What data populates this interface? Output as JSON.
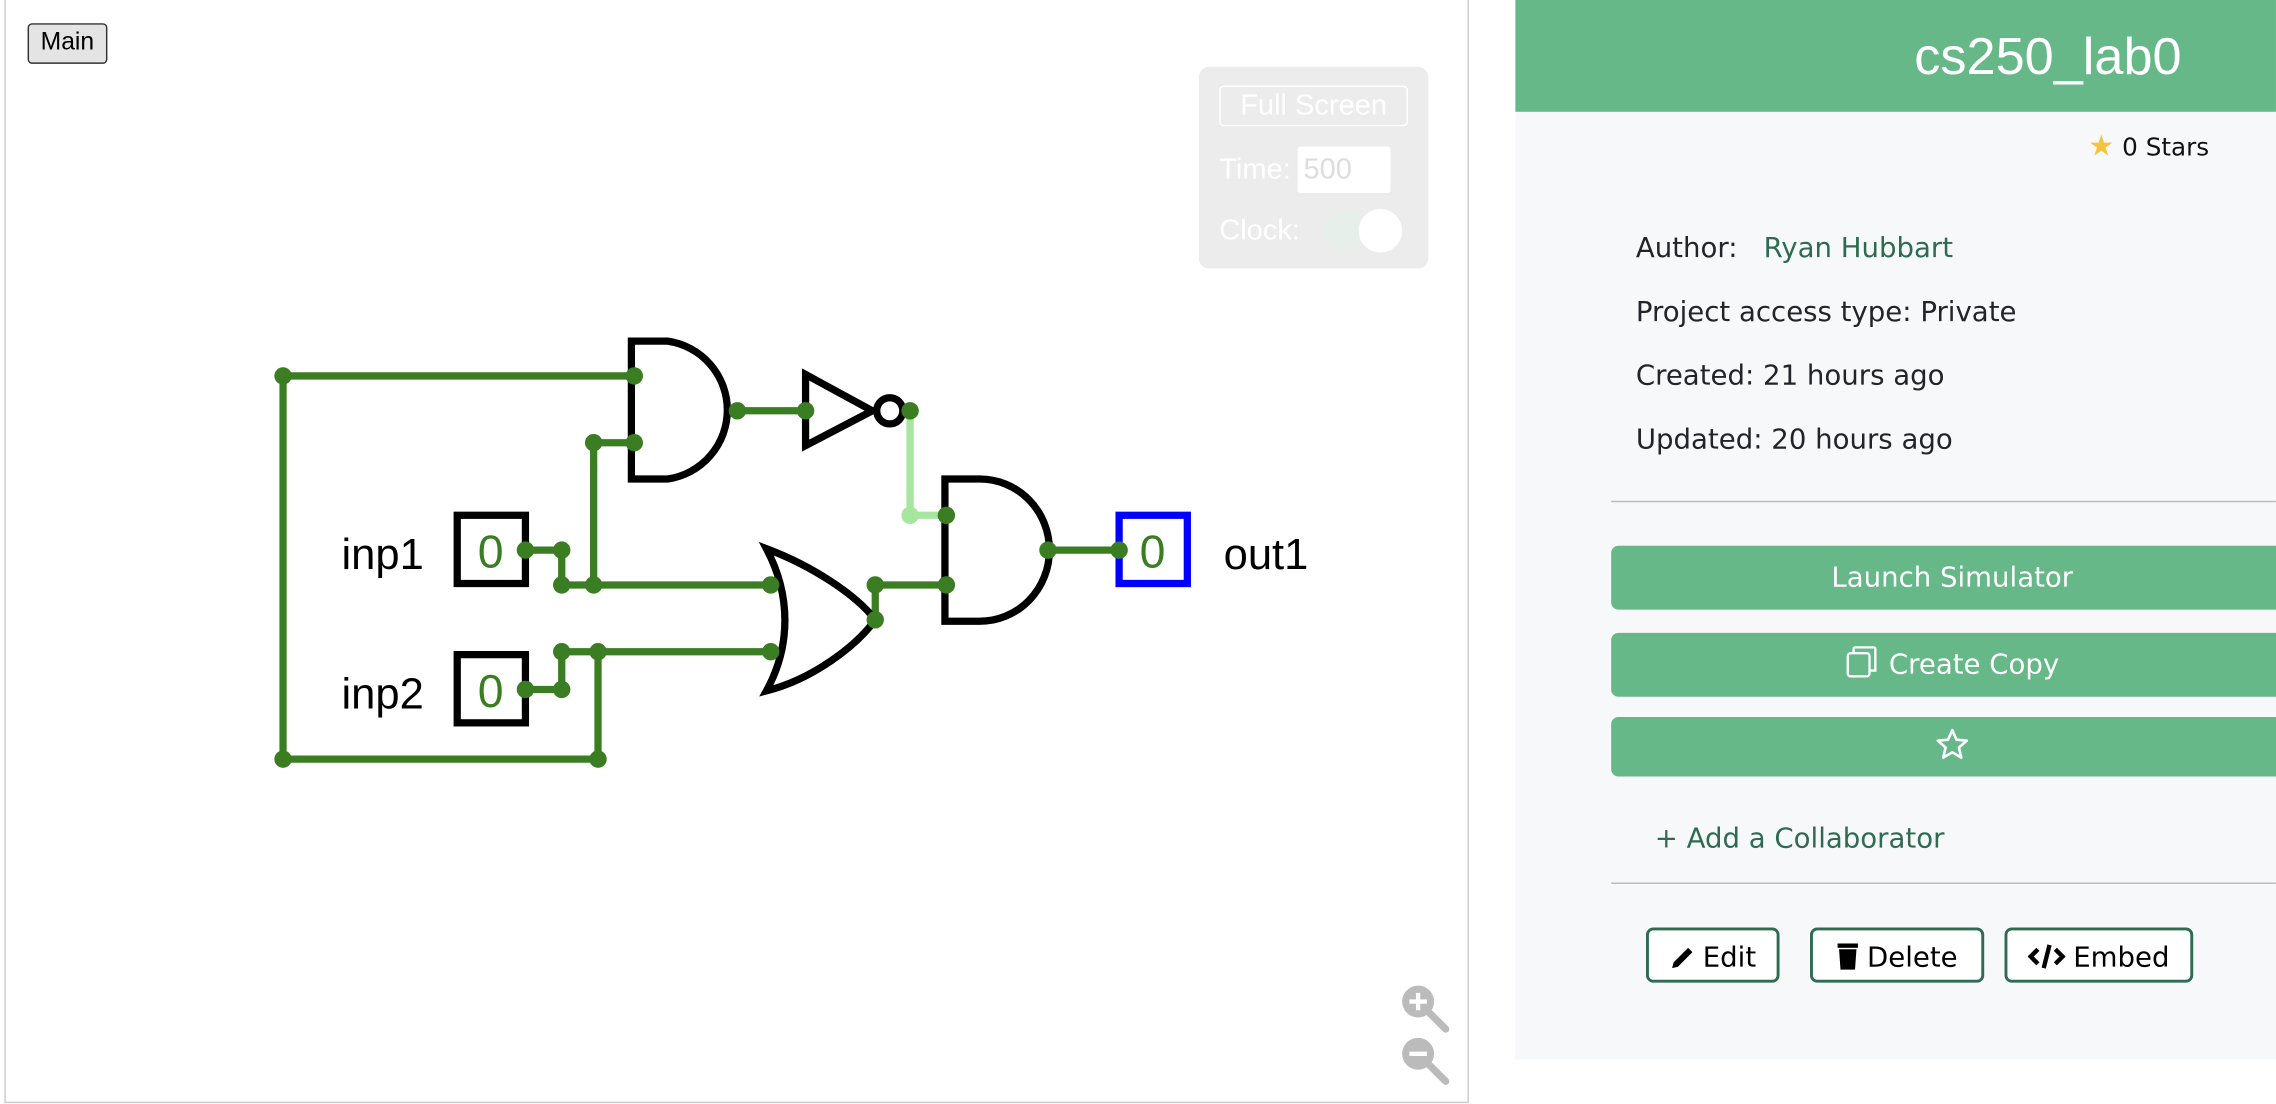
{
  "canvas": {
    "main_tab": "Main",
    "controls": {
      "full_screen": "Full Screen",
      "time_label": "Time:",
      "time_value": "500",
      "clock_label": "Clock:",
      "clock_on": true
    },
    "inputs": [
      {
        "label": "inp1",
        "value": "0"
      },
      {
        "label": "inp2",
        "value": "0"
      }
    ],
    "outputs": [
      {
        "label": "out1",
        "value": "0"
      }
    ],
    "zoom_in_icon": "zoom-in-icon",
    "zoom_out_icon": "zoom-out-icon",
    "colors": {
      "wire_on": "#3a7d22",
      "wire_light": "#a6e6a0",
      "output_border": "#0000ff"
    }
  },
  "panel": {
    "title": "cs250_lab0",
    "stars": "0 Stars",
    "author_label": "Author:",
    "author": "Ryan Hubbart",
    "access": "Project access type: Private",
    "created": "Created: 21 hours ago",
    "updated": "Updated: 20 hours ago",
    "launch": "Launch Simulator",
    "copy": "Create Copy",
    "add_collaborator": "+ Add a Collaborator",
    "edit": "Edit",
    "delete": "Delete",
    "embed": "Embed",
    "colors": {
      "accent": "#66b889",
      "link": "#2e6b50",
      "star": "#f5c342"
    }
  }
}
